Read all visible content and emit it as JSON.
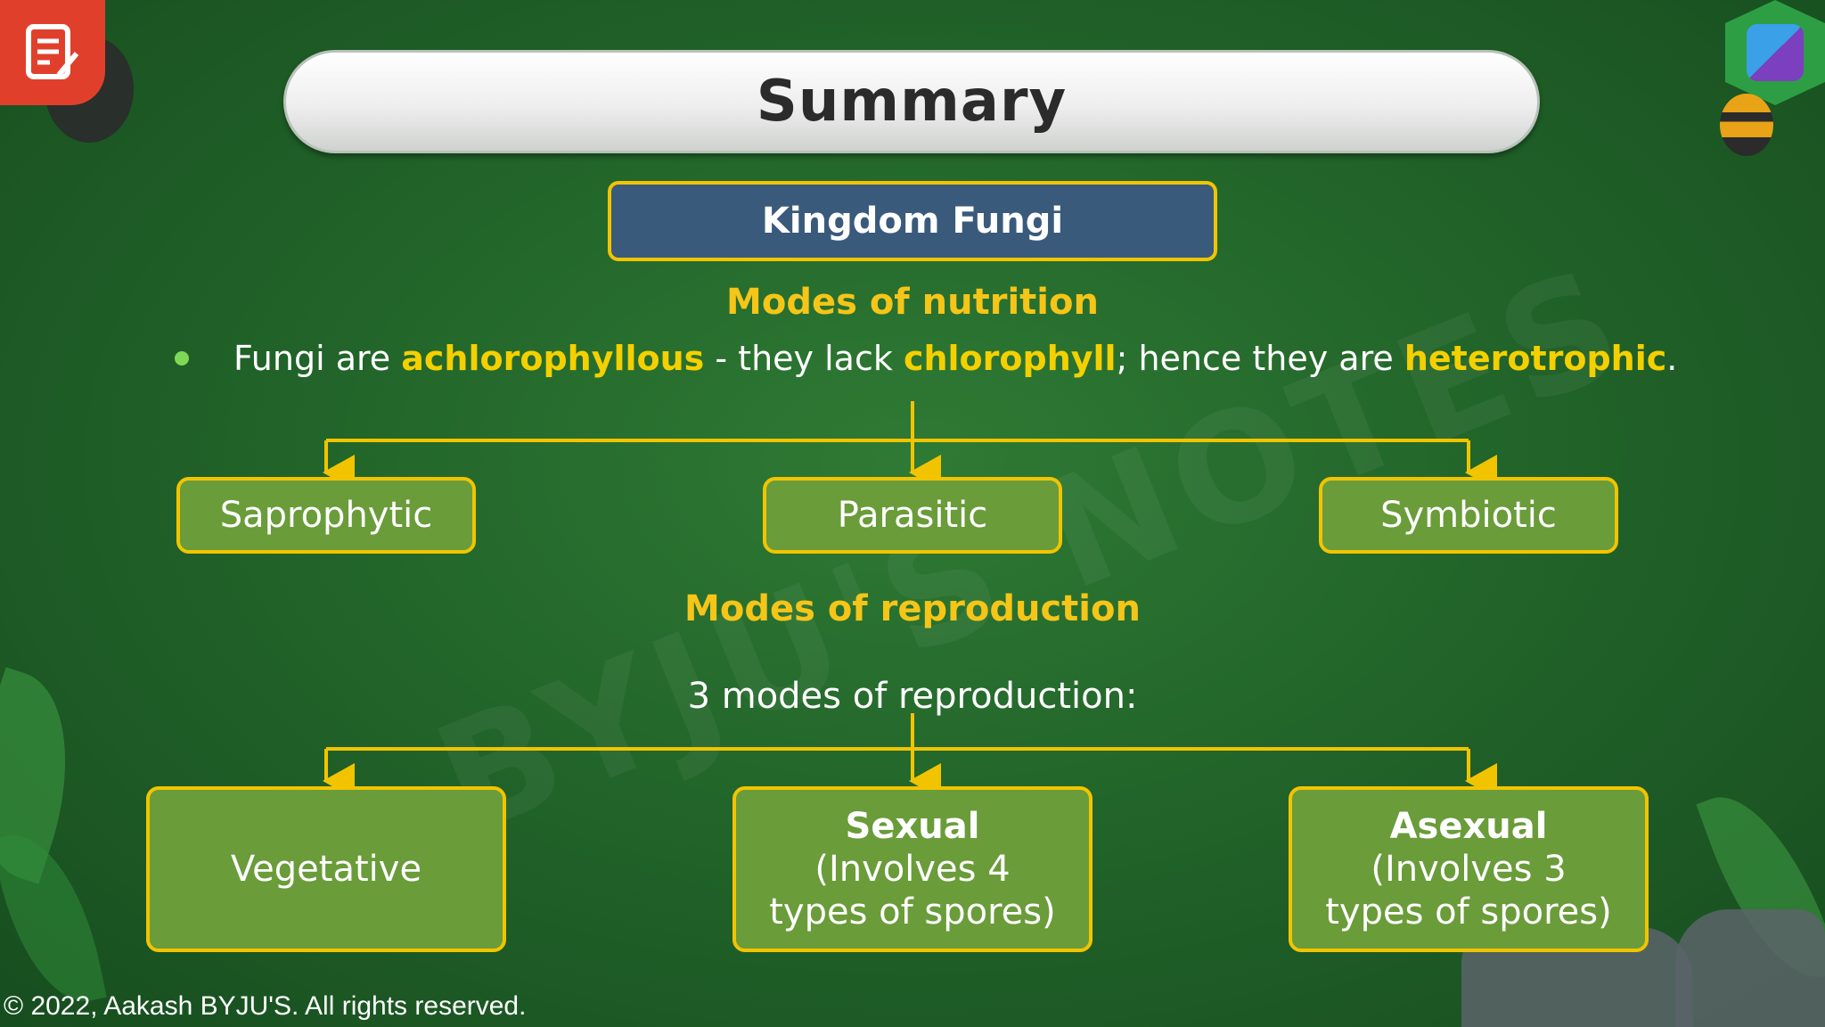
{
  "title": "Summary",
  "kingdom": "Kingdom Fungi",
  "nutrition": {
    "heading": "Modes of nutrition",
    "statement": {
      "p1": "Fungi are ",
      "h1": "achlorophyllous",
      "p2": " - they lack ",
      "h2": "chlorophyll",
      "p3": "; hence they are ",
      "h3": "heterotrophic",
      "p4": "."
    },
    "types": [
      "Saprophytic",
      "Parasitic",
      "Symbiotic"
    ]
  },
  "reproduction": {
    "heading": "Modes of reproduction",
    "subheading": "3 modes of reproduction:",
    "types": [
      {
        "title": "Vegetative",
        "detail": ""
      },
      {
        "title": "Sexual",
        "detail": "(Involves 4 types of spores)"
      },
      {
        "title": "Asexual",
        "detail": "(Involves 3 types of spores)"
      }
    ]
  },
  "footer": "© 2022, Aakash BYJU'S. All rights reserved.",
  "colors": {
    "background": "#22652a",
    "accent": "#f2c400",
    "box_green": "#6a9c3a",
    "kingdom_box": "#3a5a7c"
  },
  "icons": [
    "notes-icon",
    "beetle-icon",
    "byjus-logo-icon",
    "bee-icon"
  ]
}
